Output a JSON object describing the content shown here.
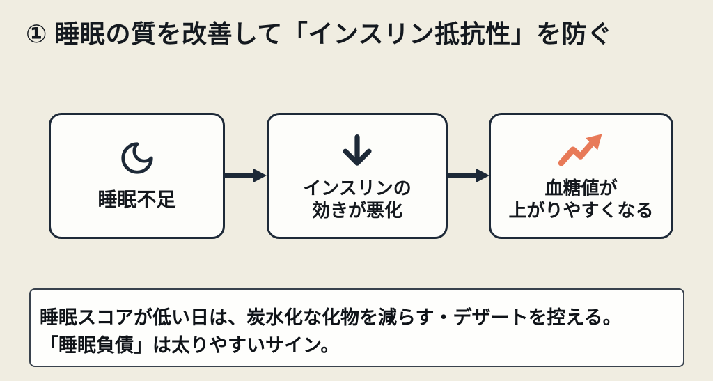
{
  "title": "① 睡眠の質を改善して「インスリン抵抗性」を防ぐ",
  "colors": {
    "background": "#f0ede1",
    "box_fill": "#fdfdfa",
    "box_border_navy": "#1e2a38",
    "ink": "#14181d",
    "accent_coral": "#e87a58"
  },
  "flow": {
    "boxes": [
      {
        "icon": "moon-icon",
        "line1": "睡眠不足"
      },
      {
        "icon": "arrow-down-icon",
        "line1": "インスリンの",
        "line2": "効きが悪化"
      },
      {
        "icon": "trending-up-icon",
        "line1": "血糖値が",
        "line2": "上がりやすくなる"
      }
    ],
    "connector_icon": "flow-arrow-icon"
  },
  "note": {
    "line1": "睡眠スコアが低い日は、炭水化な化物を減らす・デザートを控える。",
    "line2": "「睡眠負債」は太りやすいサイン。"
  }
}
